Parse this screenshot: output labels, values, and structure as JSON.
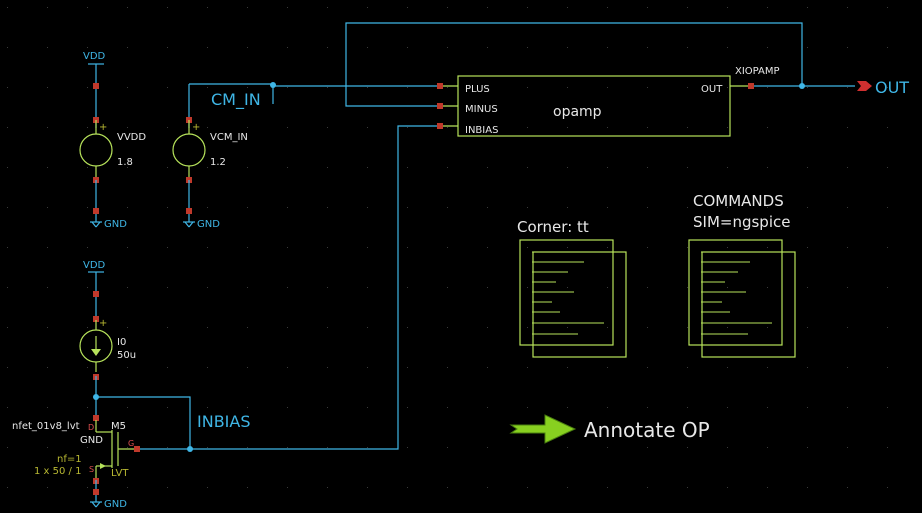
{
  "colors": {
    "background": "#000000",
    "wire": "#3fb6e6",
    "symbol": "#b7e35b",
    "pin": "#c0392b",
    "param": "#b8b832",
    "text": "#e8e8e8"
  },
  "supplies": {
    "vdd_top": "VDD",
    "vdd_bottom": "VDD",
    "gnd_1": "GND",
    "gnd_2": "GND",
    "gnd_3": "GND"
  },
  "sources": {
    "vvdd_name": "VVDD",
    "vvdd_value": "1.8",
    "vcm_name": "VCM_IN",
    "vcm_value": "1.2",
    "i0_name": "I0",
    "i0_value": "50u",
    "plus_sign": "+"
  },
  "nets": {
    "cm_in": "CM_IN",
    "inbias": "INBIAS",
    "out": "OUT"
  },
  "opamp": {
    "instance": "XIOPAMP",
    "cell": "opamp",
    "pins": [
      "PLUS",
      "MINUS",
      "INBIAS"
    ],
    "out_pin": "OUT"
  },
  "transistor": {
    "model": "nfet_01v8_lvt",
    "instance": "M5",
    "bulk": "GND",
    "nf": "nf=1",
    "size": "1 x 50 / 1",
    "pin_d": "D",
    "pin_g": "G",
    "pin_s": "S",
    "lvt": "LVT"
  },
  "blocks": {
    "corner": "Corner: tt",
    "commands_1": "COMMANDS",
    "commands_2": "SIM=ngspice"
  },
  "annotate": {
    "label": "Annotate OP",
    "icon": "arrow-right-icon"
  }
}
